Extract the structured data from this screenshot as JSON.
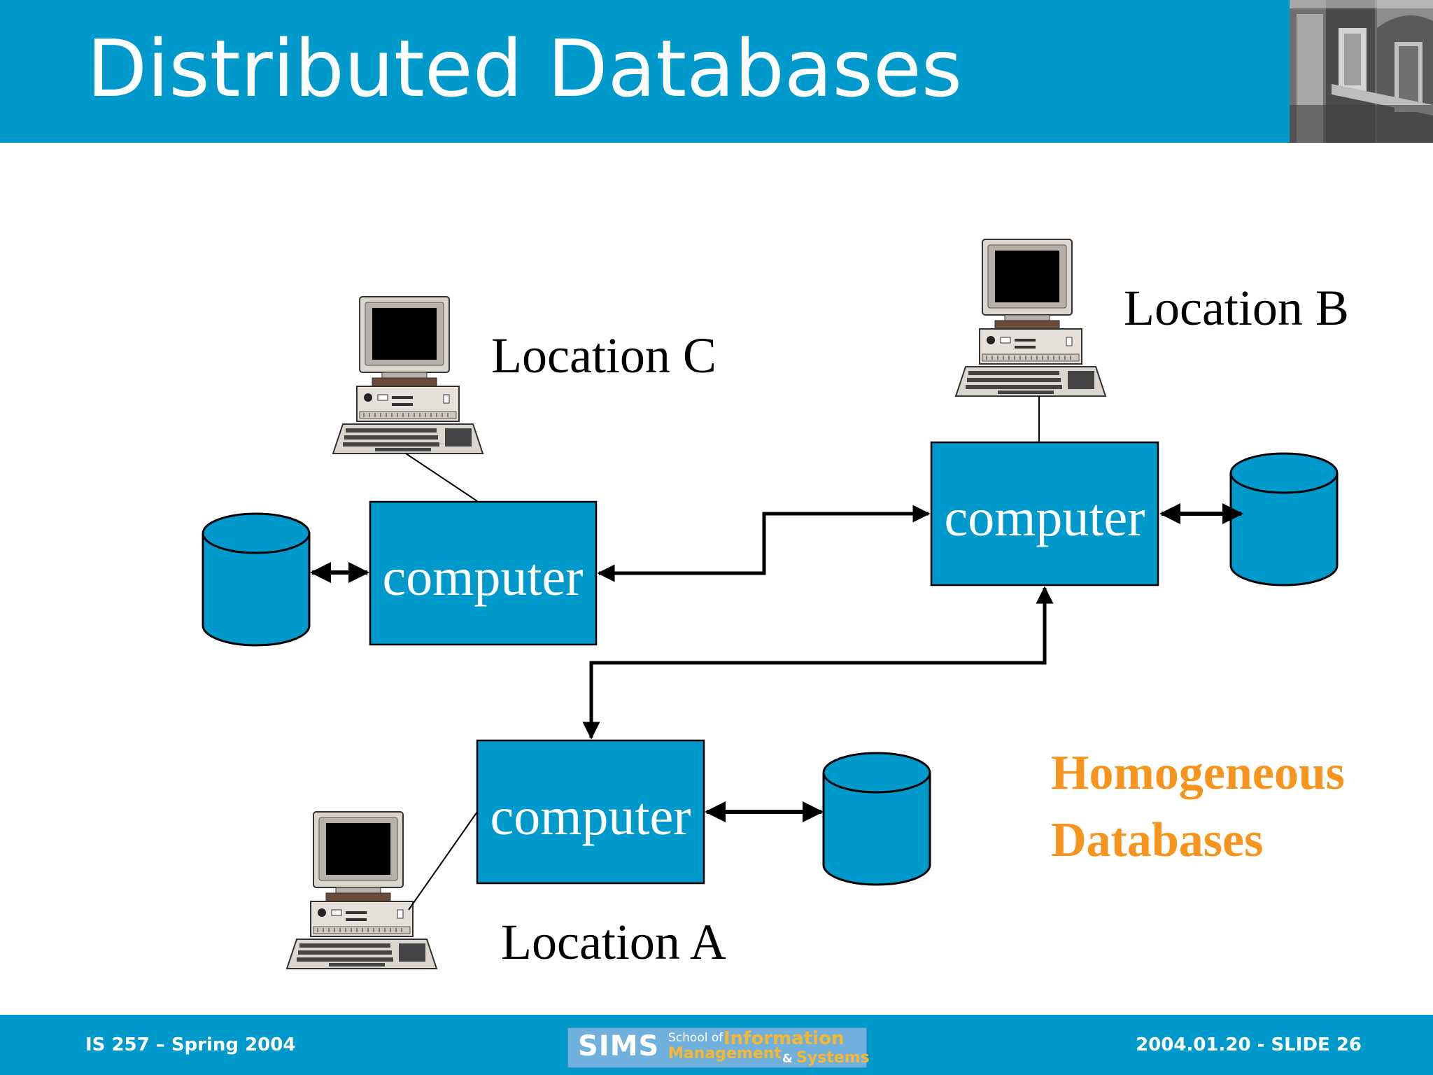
{
  "slide": {
    "title": "Distributed Databases",
    "footer_left": "IS 257 – Spring 2004",
    "footer_right": "2004.01.20 - SLIDE 26",
    "logo": {
      "sims": "SIMS",
      "school_of": "School of",
      "information": "Information",
      "management": "Management",
      "ampersand": "&",
      "systems": "Systems"
    }
  },
  "diagram": {
    "nodes": {
      "c": {
        "location": "Location C",
        "computer": "computer"
      },
      "b": {
        "location": "Location B",
        "computer": "computer"
      },
      "a": {
        "location": "Location A",
        "computer": "computer"
      }
    },
    "caption_line1": "Homogeneous",
    "caption_line2": "Databases"
  },
  "colors": {
    "accent": "#0099cc",
    "caption": "#f7941d",
    "box_fill": "#0099cc"
  },
  "icons": [
    "desktop-computer-icon",
    "database-cylinder-icon",
    "building-photo"
  ]
}
